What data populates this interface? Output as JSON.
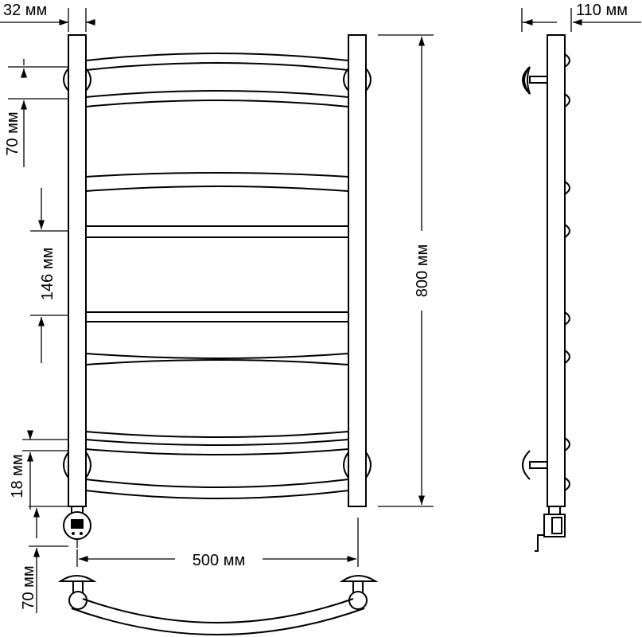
{
  "dimensions": {
    "top_left": "32 мм",
    "top_right": "110 мм",
    "height": "800 мм",
    "width": "500 мм",
    "upper_left": "70 мм",
    "middle_left": "146 мм",
    "lower_left": "18 мм",
    "bottom_left": "70 мм"
  }
}
